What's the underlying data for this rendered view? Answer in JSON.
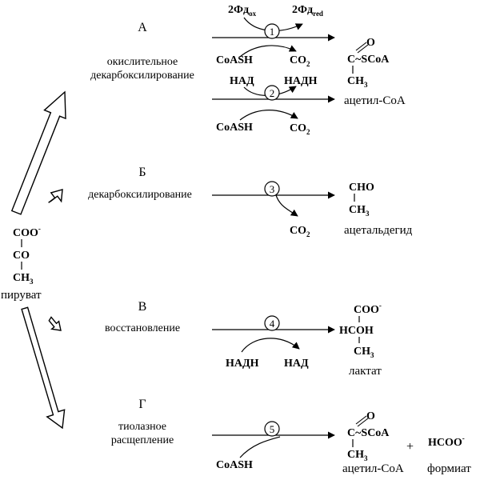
{
  "pyruvate": {
    "line1": "COO",
    "line1_sup": "-",
    "line2": "CO",
    "line3": "CH",
    "line3_sub": "3",
    "name": "пируват"
  },
  "sections": {
    "a": {
      "letter": "А",
      "process_line1": "окислительное",
      "process_line2": "декарбоксилирование",
      "r1_number": "1",
      "r1_top_left": "2Фд",
      "r1_top_left_sub": "ox",
      "r1_top_right": "2Фд",
      "r1_top_right_sub": "red",
      "r1_bottom_left": "CoASH",
      "r1_bottom_right": "CO",
      "r1_bottom_right_sub": "2",
      "r2_number": "2",
      "r2_top_left": "НАД",
      "r2_top_right": "НАДН",
      "r2_bottom_left": "CoASH",
      "r2_bottom_right": "CO",
      "r2_bottom_right_sub": "2",
      "product_o": "O",
      "product_c": "C",
      "product_scoa": "~SCoA",
      "product_ch3": "CH",
      "product_ch3_sub": "3",
      "product_name": "ацетил-CoA"
    },
    "b": {
      "letter": "Б",
      "process": "декарбоксилирование",
      "number": "3",
      "byproduct": "CO",
      "byproduct_sub": "2",
      "product_line1": "CHO",
      "product_line2": "CH",
      "product_line2_sub": "3",
      "product_name": "ацетальдегид"
    },
    "v": {
      "letter": "В",
      "process": "восстановление",
      "number": "4",
      "left": "НАДН",
      "right": "НАД",
      "product_line1": "COO",
      "product_line1_sup": "-",
      "product_line2": "HCOH",
      "product_line3": "CH",
      "product_line3_sub": "3",
      "product_name": "лактат"
    },
    "g": {
      "letter": "Г",
      "process_line1": "тиолазное",
      "process_line2": "расщепление",
      "number": "5",
      "left": "CoASH",
      "product_o": "O",
      "product_c": "C",
      "product_scoa": "~SCoA",
      "product_ch3": "CH",
      "product_ch3_sub": "3",
      "product_name": "ацетил-CoA",
      "plus": "+",
      "second_product": "HCOO",
      "second_product_sup": "-",
      "second_product_name": "формиат"
    }
  }
}
